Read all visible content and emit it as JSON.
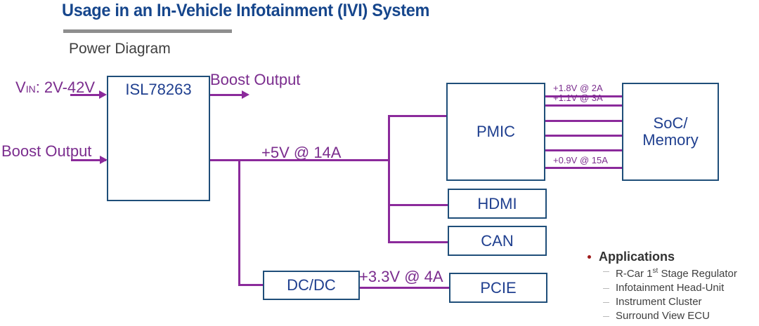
{
  "header": {
    "title": "Usage in an In-Vehicle Infotainment (IVI) System",
    "subtitle": "Power Diagram",
    "title_color": "#16468c",
    "rule_color": "#8e8e8e"
  },
  "theme": {
    "block_border": "#1f4e79",
    "block_text": "#1f3f8f",
    "wire": "#8b2a9b",
    "wire_label": "#7b2d8e",
    "bullet": "#9e1b1b",
    "body_text": "#3f3f3f"
  },
  "diagram": {
    "blocks": [
      {
        "id": "isl",
        "label": "ISL78263"
      },
      {
        "id": "pmic",
        "label": "PMIC"
      },
      {
        "id": "soc",
        "label": "SoC/\nMemory"
      },
      {
        "id": "hdmi",
        "label": "HDMI"
      },
      {
        "id": "can",
        "label": "CAN"
      },
      {
        "id": "pcie",
        "label": "PCIE"
      },
      {
        "id": "dcdc",
        "label": "DC/DC"
      }
    ],
    "labels": {
      "vin_prefix": "V",
      "vin_sub": "IN",
      "vin_value": ": 2V-42V",
      "boost_output_top": "Boost Output",
      "boost_output_left": "Boost Output",
      "rail_5v": "+5V @ 14A",
      "rail_3v3": "+3.3V @ 4A",
      "rail_1v8": "+1.8V @ 2A",
      "rail_1v1": "+1.1V @ 3A",
      "rail_0v9": "+0.9V @ 15A"
    },
    "soc_lines": [
      "SoC/",
      "Memory"
    ]
  },
  "applications": {
    "heading": "Applications",
    "items": [
      {
        "pre": "R-Car 1",
        "sup": "st",
        "post": " Stage Regulator"
      },
      {
        "pre": "Infotainment Head-Unit",
        "sup": "",
        "post": ""
      },
      {
        "pre": "Instrument Cluster",
        "sup": "",
        "post": ""
      },
      {
        "pre": "Surround View ECU",
        "sup": "",
        "post": ""
      }
    ]
  }
}
